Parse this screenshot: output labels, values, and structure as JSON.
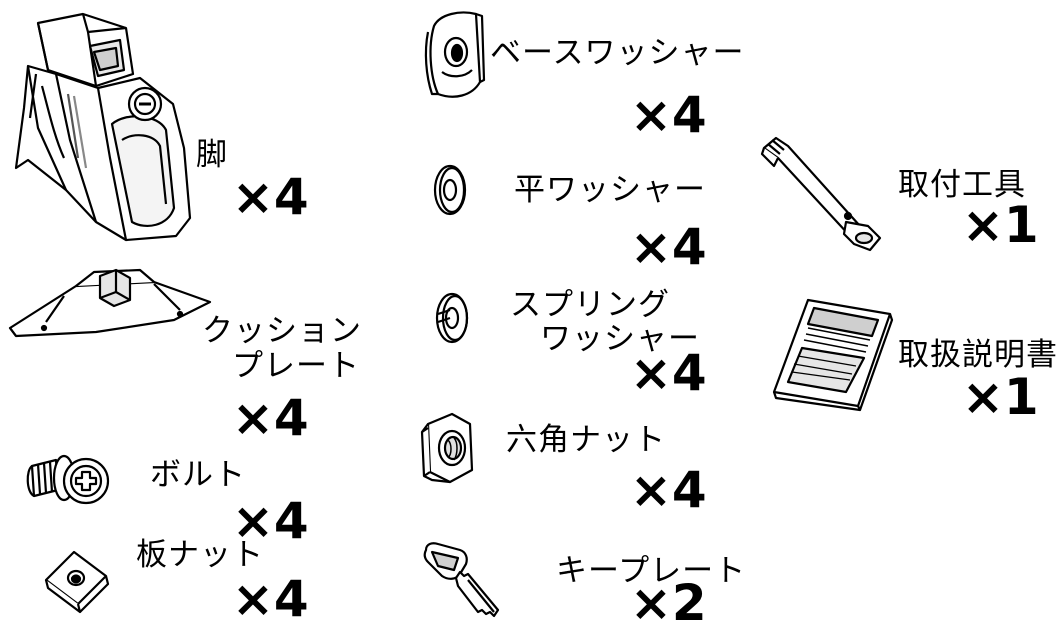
{
  "parts": [
    {
      "id": "leg",
      "icon": "foot-bracket-icon",
      "label": "脚",
      "quantity": "×4"
    },
    {
      "id": "cushion_plate",
      "icon": "cushion-plate-icon",
      "label_lines": [
        "クッション",
        "プレート"
      ],
      "quantity": "×4"
    },
    {
      "id": "bolt",
      "icon": "bolt-icon",
      "label": "ボルト",
      "quantity": "×4"
    },
    {
      "id": "plate_nut",
      "icon": "plate-nut-icon",
      "label": "板ナット",
      "quantity": "×4"
    },
    {
      "id": "base_washer",
      "icon": "base-washer-icon",
      "label": "ベースワッシャー",
      "quantity": "×4"
    },
    {
      "id": "flat_washer",
      "icon": "flat-washer-icon",
      "label": "平ワッシャー",
      "quantity": "×4"
    },
    {
      "id": "spring_washer",
      "icon": "spring-washer-icon",
      "label_lines": [
        "スプリング",
        "ワッシャー"
      ],
      "quantity": "×4"
    },
    {
      "id": "hex_nut",
      "icon": "hex-nut-icon",
      "label": "六角ナット",
      "quantity": "×4"
    },
    {
      "id": "key_plate",
      "icon": "key-icon",
      "label": "キープレート",
      "quantity": "×2"
    },
    {
      "id": "mounting_tool",
      "icon": "wrench-tool-icon",
      "label": "取付工具",
      "quantity": "×1"
    },
    {
      "id": "manual",
      "icon": "manual-booklet-icon",
      "label": "取扱説明書",
      "quantity": "×1"
    }
  ]
}
